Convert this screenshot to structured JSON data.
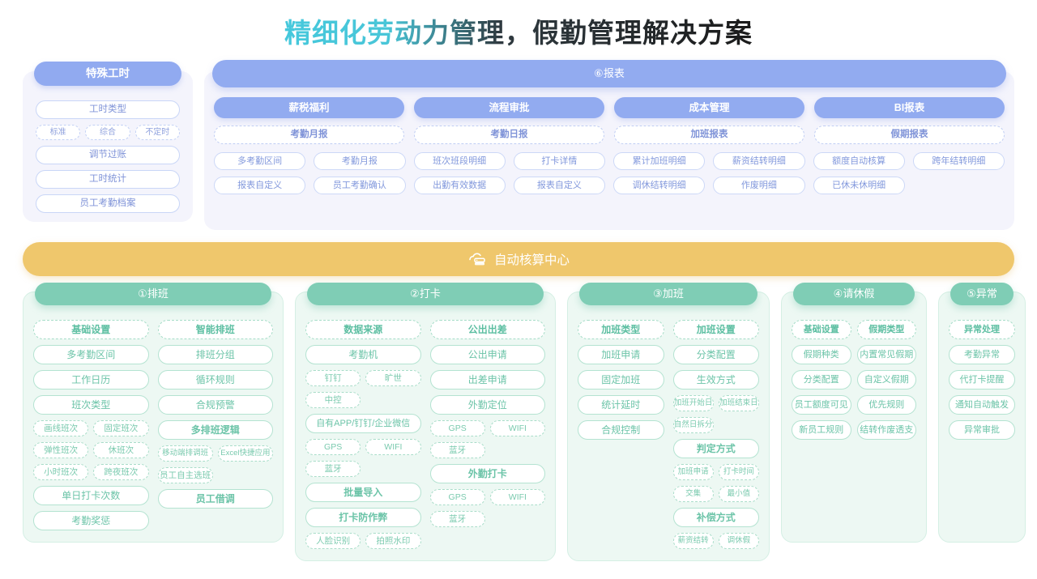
{
  "title": "精细化劳动力管理，假勤管理解决方案",
  "special_hours": {
    "header": "特殊工时",
    "items": [
      {
        "label": "工时类型",
        "type": "solid"
      },
      {
        "label": "",
        "type": "mini-row",
        "minis": [
          "标准",
          "综合",
          "不定时"
        ]
      },
      {
        "label": "调节过账",
        "type": "solid"
      },
      {
        "label": "工时统计",
        "type": "solid"
      },
      {
        "label": "员工考勤档案",
        "type": "solid"
      }
    ]
  },
  "report": {
    "header": "⑥报表",
    "columns": [
      {
        "category": "薪税福利",
        "sub": "考勤月报",
        "items": [
          "多考勤区间",
          "报表自定义"
        ]
      },
      {
        "category": "流程审批",
        "sub": "考勤日报",
        "items": [
          "考勤月报",
          "员工考勤确认"
        ]
      },
      {
        "category": "成本管理",
        "sub": "加班报表",
        "items": [
          "班次班段明细",
          "出勤有效数据"
        ]
      },
      {
        "category": "BI报表",
        "sub": "假期报表",
        "items": [
          "打卡详情",
          "报表自定义"
        ]
      },
      {
        "category": "",
        "sub": "",
        "items": [
          "累计加班明细",
          "调休结转明细"
        ]
      },
      {
        "category": "",
        "sub": "",
        "items": [
          "薪资结转明细",
          "作废明细"
        ]
      },
      {
        "category": "",
        "sub": "",
        "items": [
          "额度自动核算",
          "已休未休明细"
        ]
      },
      {
        "category": "",
        "sub": "",
        "items": [
          "跨年结转明细",
          ""
        ]
      }
    ]
  },
  "banner": {
    "icon": "cloud-server-icon",
    "label": "自动核算中心"
  },
  "modules": [
    {
      "header": "①排班",
      "columns": [
        {
          "title": "基础设置",
          "rows": [
            {
              "kind": "item",
              "label": "多考勤区间"
            },
            {
              "kind": "item",
              "label": "工作日历"
            },
            {
              "kind": "item",
              "label": "班次类型"
            },
            {
              "kind": "minis",
              "labels": [
                "画线班次",
                "固定班次"
              ]
            },
            {
              "kind": "minis",
              "labels": [
                "弹性班次",
                "休班次"
              ]
            },
            {
              "kind": "minis",
              "labels": [
                "小时班次",
                "跨夜班次"
              ]
            },
            {
              "kind": "item",
              "label": "单日打卡次数"
            },
            {
              "kind": "item",
              "label": "考勤奖惩"
            }
          ]
        },
        {
          "title": "智能排班",
          "rows": [
            {
              "kind": "item",
              "label": "排班分组"
            },
            {
              "kind": "item",
              "label": "循环规则"
            },
            {
              "kind": "item",
              "label": "合规预警"
            },
            {
              "kind": "item",
              "label": "多排班逻辑",
              "bold": true
            },
            {
              "kind": "minis",
              "labels": [
                "移动端排调班",
                "Excel快捷应用"
              ]
            },
            {
              "kind": "minis",
              "labels": [
                "员工自主选班"
              ]
            },
            {
              "kind": "item",
              "label": "员工借调",
              "bold": true
            }
          ]
        }
      ]
    },
    {
      "header": "②打卡",
      "columns": [
        {
          "title": "数据来源",
          "rows": [
            {
              "kind": "item",
              "label": "考勤机"
            },
            {
              "kind": "minis",
              "labels": [
                "钉钉",
                "旷世"
              ]
            },
            {
              "kind": "minis",
              "labels": [
                "中控"
              ]
            },
            {
              "kind": "item",
              "label": "自有APP/钉钉/企业微信",
              "small": true
            },
            {
              "kind": "minis",
              "labels": [
                "GPS",
                "WIFI"
              ]
            },
            {
              "kind": "minis",
              "labels": [
                "蓝牙"
              ]
            },
            {
              "kind": "item",
              "label": "批量导入",
              "bold": true
            },
            {
              "kind": "item",
              "label": "打卡防作弊",
              "bold": true
            },
            {
              "kind": "minis",
              "labels": [
                "人脸识别",
                "拍照水印"
              ]
            }
          ]
        },
        {
          "title": "公出出差",
          "rows": [
            {
              "kind": "item",
              "label": "公出申请"
            },
            {
              "kind": "item",
              "label": "出差申请"
            },
            {
              "kind": "item",
              "label": "外勤定位"
            },
            {
              "kind": "minis",
              "labels": [
                "GPS",
                "WIFI"
              ]
            },
            {
              "kind": "minis",
              "labels": [
                "蓝牙"
              ]
            },
            {
              "kind": "item",
              "label": "外勤打卡",
              "bold": true
            },
            {
              "kind": "minis",
              "labels": [
                "GPS",
                "WIFI"
              ]
            },
            {
              "kind": "minis",
              "labels": [
                "蓝牙"
              ]
            }
          ]
        }
      ]
    },
    {
      "header": "③加班",
      "columns": [
        {
          "title": "加班类型",
          "rows": [
            {
              "kind": "item",
              "label": "加班申请"
            },
            {
              "kind": "item",
              "label": "固定加班"
            },
            {
              "kind": "item",
              "label": "统计延时"
            },
            {
              "kind": "item",
              "label": "合规控制"
            }
          ]
        },
        {
          "title": "加班设置",
          "rows": [
            {
              "kind": "item",
              "label": "分类配置"
            },
            {
              "kind": "item",
              "label": "生效方式"
            },
            {
              "kind": "minis",
              "labels": [
                "加班开始日",
                "加班结束日"
              ]
            },
            {
              "kind": "minis",
              "labels": [
                "自然日拆分"
              ]
            },
            {
              "kind": "item",
              "label": "判定方式",
              "bold": true
            },
            {
              "kind": "minis",
              "labels": [
                "加班申请",
                "打卡时间"
              ]
            },
            {
              "kind": "minis",
              "labels": [
                "交集",
                "最小值"
              ]
            },
            {
              "kind": "item",
              "label": "补偿方式",
              "bold": true
            },
            {
              "kind": "minis",
              "labels": [
                "薪资结转",
                "调休假"
              ]
            }
          ]
        }
      ]
    },
    {
      "header": "④请休假",
      "columns": [
        {
          "title": "基础设置",
          "rows": [
            {
              "kind": "item",
              "label": "假期种类",
              "small": true
            },
            {
              "kind": "item",
              "label": "分类配置",
              "small": true
            },
            {
              "kind": "item",
              "label": "员工额度可见",
              "small": true
            },
            {
              "kind": "item",
              "label": "新员工规则",
              "small": true
            }
          ]
        },
        {
          "title": "假期类型",
          "rows": [
            {
              "kind": "item",
              "label": "内置常见假期",
              "small": true
            },
            {
              "kind": "item",
              "label": "自定义假期",
              "small": true
            },
            {
              "kind": "item",
              "label": "优先规则",
              "small": true
            },
            {
              "kind": "item",
              "label": "结转作废透支",
              "small": true
            }
          ]
        }
      ]
    },
    {
      "header": "⑤异常",
      "columns": [
        {
          "title": "异常处理",
          "rows": [
            {
              "kind": "item",
              "label": "考勤异常",
              "small": true
            },
            {
              "kind": "item",
              "label": "代打卡提醒",
              "small": true
            },
            {
              "kind": "item",
              "label": "通知自动触发",
              "small": true
            },
            {
              "kind": "item",
              "label": "异常审批",
              "small": true
            }
          ]
        }
      ]
    }
  ],
  "colors": {
    "accent_blue": "#92abf0",
    "accent_green": "#7fcdb5",
    "accent_yellow": "#efc76c",
    "panel_lavender": "#f4f4fc",
    "panel_green": "#edf8f3",
    "title_gradient_start": "#45c8dc",
    "title_gradient_end": "#1b1b1b"
  }
}
